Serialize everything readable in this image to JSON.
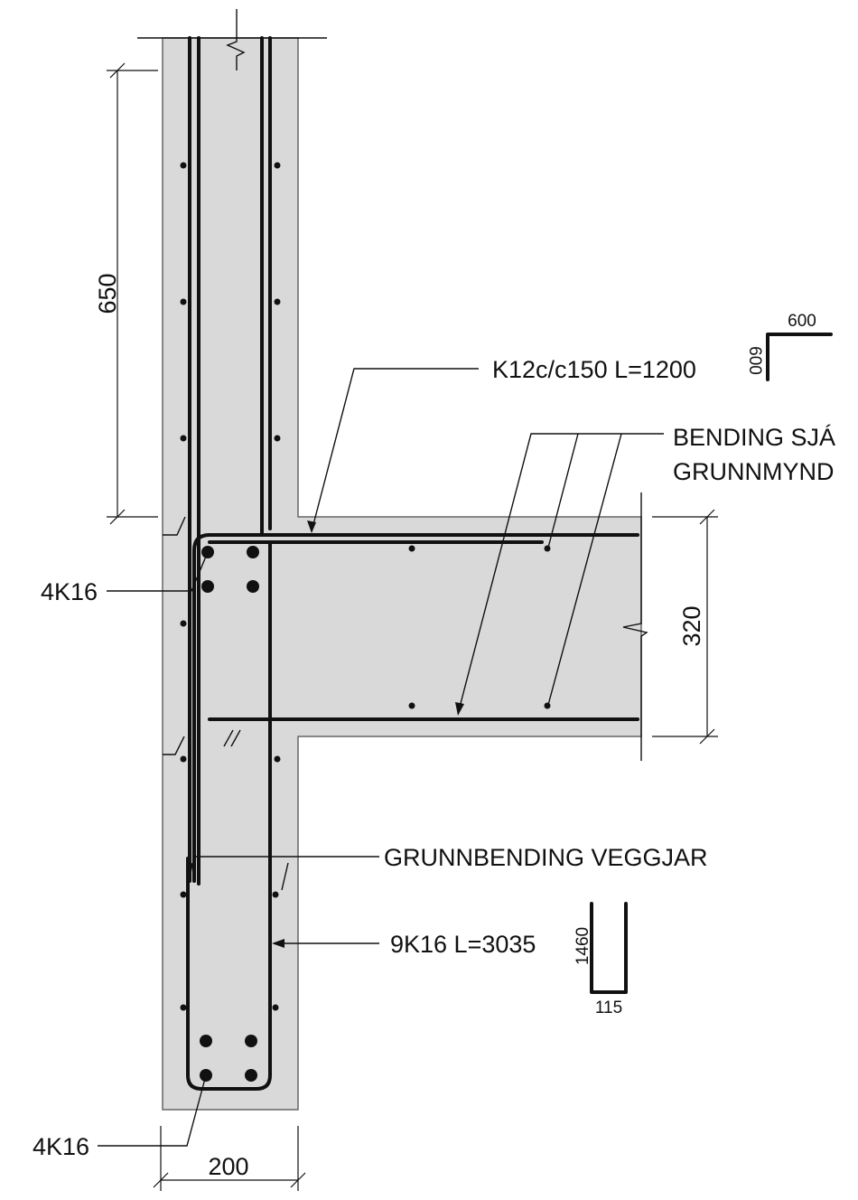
{
  "dimensions": {
    "wall_upper": "650",
    "slab_thickness": "320",
    "wall_width": "200"
  },
  "labels": {
    "slab_bar": "K12c/c150 L=1200",
    "slab_ref_line1": "BENDING SJÁ",
    "slab_ref_line2": "GRUNNMYND",
    "corner_bars_top": "4K16",
    "corner_bars_bottom": "4K16",
    "wall_ref": "GRUNNBENDING VEGGJAR",
    "u_bar": "9K16 L=3035"
  },
  "bar_shapes": {
    "l_bar_horizontal": "600",
    "l_bar_vertical": "600",
    "u_bar_height": "1460",
    "u_bar_width": "115"
  }
}
